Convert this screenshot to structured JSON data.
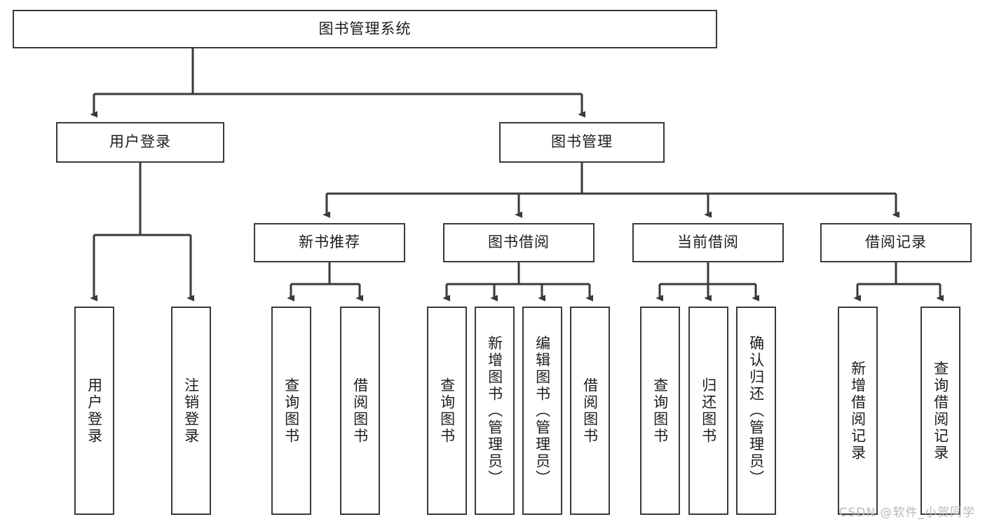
{
  "diagram": {
    "title": "图书管理系统",
    "type": "tree",
    "root": {
      "label": "图书管理系统"
    },
    "level1": [
      {
        "label": "用户登录"
      },
      {
        "label": "图书管理"
      }
    ],
    "level2": [
      {
        "label": "新书推荐"
      },
      {
        "label": "图书借阅"
      },
      {
        "label": "当前借阅"
      },
      {
        "label": "借阅记录"
      }
    ],
    "leaves": {
      "user_login": [
        {
          "label": "用户登录"
        },
        {
          "label": "注销登录"
        }
      ],
      "new_book_recommend": [
        {
          "label": "查询图书"
        },
        {
          "label": "借阅图书"
        }
      ],
      "book_borrow": [
        {
          "label": "查询图书"
        },
        {
          "label": "新增图书（管理员）"
        },
        {
          "label": "编辑图书（管理员）"
        },
        {
          "label": "借阅图书"
        }
      ],
      "current_borrow": [
        {
          "label": "查询图书"
        },
        {
          "label": "归还图书"
        },
        {
          "label": "确认归还（管理员）"
        }
      ],
      "borrow_record": [
        {
          "label": "新增借阅记录"
        },
        {
          "label": "查询借阅记录"
        }
      ]
    }
  },
  "watermark": {
    "text": "CSDN @软件_小贺同学"
  },
  "colors": {
    "border": "#3a3a3a",
    "fill": "#ffffff",
    "text": "#1d1d1d",
    "watermark": "#b9b9b9"
  }
}
